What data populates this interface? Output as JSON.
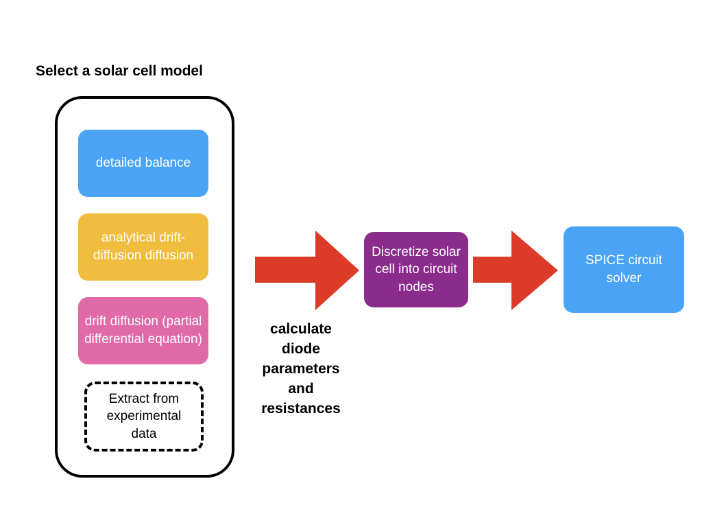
{
  "title": "Select a solar cell model",
  "nodes": {
    "detailed_balance": "detailed balance",
    "analytical": "analytical drift-diffusion diffusion",
    "drift_diffusion": "drift diffusion (partial differential equation)",
    "extract": "Extract from experimental data",
    "discretize": "Discretize solar cell into circuit nodes",
    "spice": "SPICE circuit solver"
  },
  "edges": {
    "to_discretize_label": "calculate diode parameters and resistances"
  },
  "colors": {
    "blue": "#4aa3f5",
    "yellow": "#f1bd3f",
    "pink": "#e06aa8",
    "purple": "#8b2b8c",
    "arrow_red": "#dd3b2a"
  }
}
